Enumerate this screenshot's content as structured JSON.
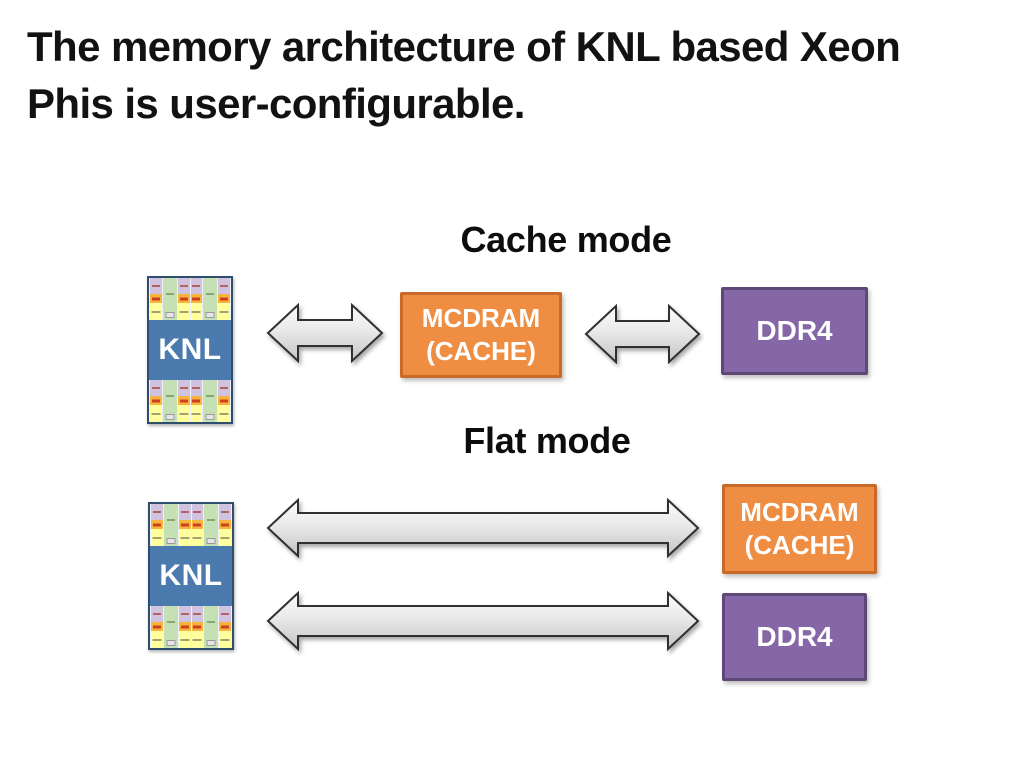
{
  "slide": {
    "title_line1": "The memory architecture of KNL based Xeon",
    "title_line2": "Phis is user-configurable.",
    "sections": {
      "cache": {
        "heading": "Cache mode"
      },
      "flat": {
        "heading": "Flat mode"
      }
    }
  },
  "knl_chip": {
    "label": "KNL",
    "die_columns": [
      "tile",
      "core",
      "tile",
      "tile",
      "core",
      "tile"
    ]
  },
  "boxes": {
    "mcdram_cache_mode": "MCDRAM (CACHE)",
    "ddr4_cache_mode": "DDR4",
    "mcdram_flat_mode": "MCDRAM (CACHE)",
    "ddr4_flat_mode": "DDR4"
  },
  "icons": {
    "double_arrow": "double-headed-arrow"
  },
  "colors": {
    "mcdram_fill": "#EF8E43",
    "mcdram_border": "#C96A28",
    "ddr4_fill": "#8566A7",
    "ddr4_border": "#5E4878",
    "knl_blue": "#4A7AAE",
    "arrow_fill_top": "#FBFBFB",
    "arrow_fill_bottom": "#C4C4C4",
    "arrow_stroke": "#303030",
    "title_text": "#121212"
  }
}
